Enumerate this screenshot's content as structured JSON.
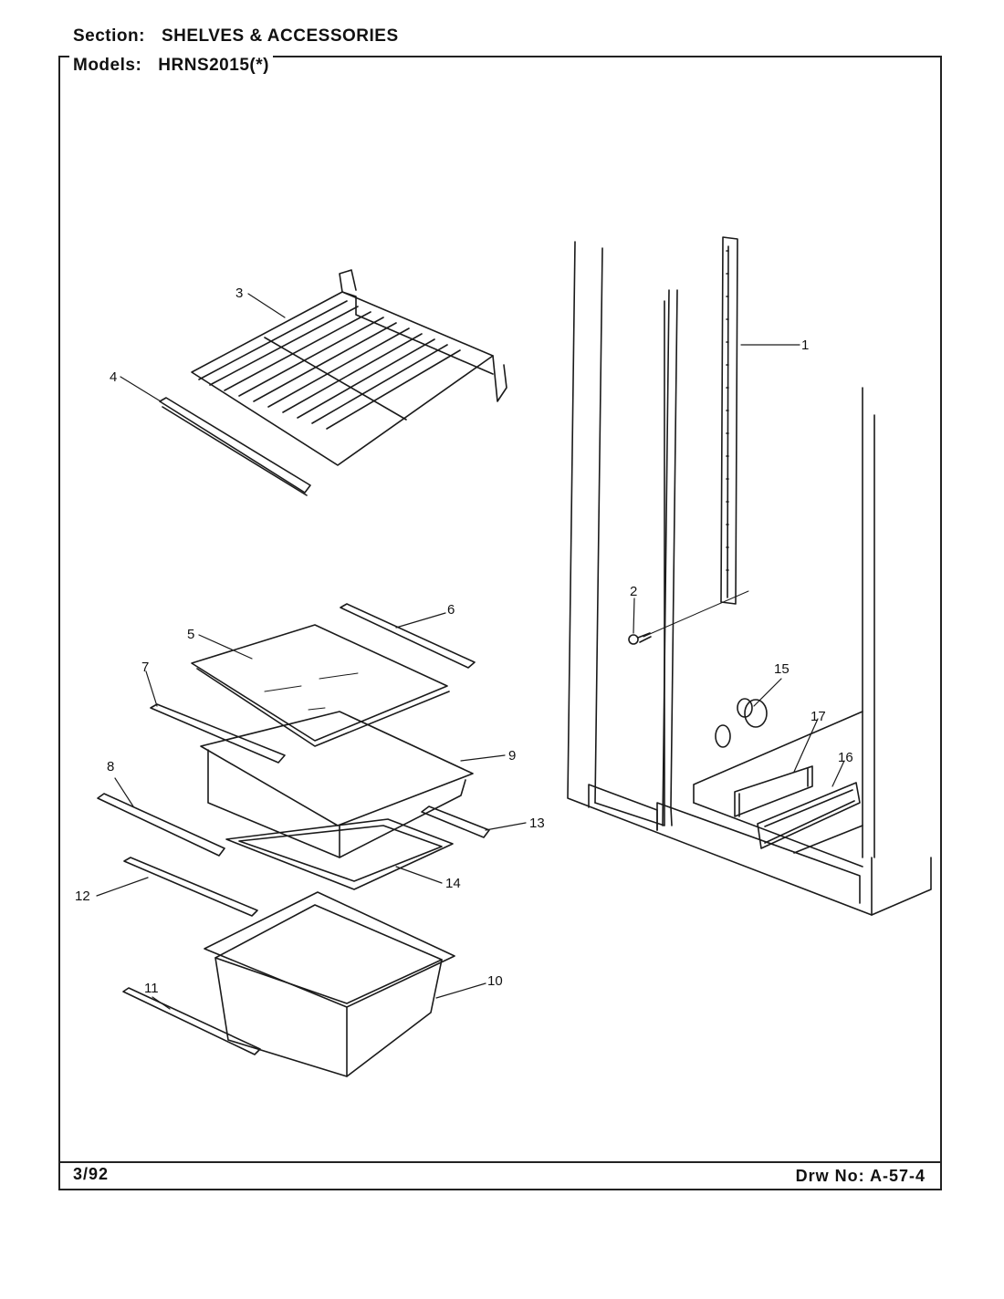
{
  "header": {
    "section_label": "Section:",
    "section_value": "SHELVES & ACCESSORIES",
    "models_label": "Models:",
    "models_value": "HRNS2015(*)"
  },
  "footer": {
    "date": "3/92",
    "drawing_number": "Drw No: A-57-4"
  },
  "callouts": [
    "1",
    "2",
    "3",
    "4",
    "5",
    "6",
    "7",
    "8",
    "9",
    "10",
    "11",
    "12",
    "13",
    "14",
    "15",
    "16",
    "17"
  ]
}
